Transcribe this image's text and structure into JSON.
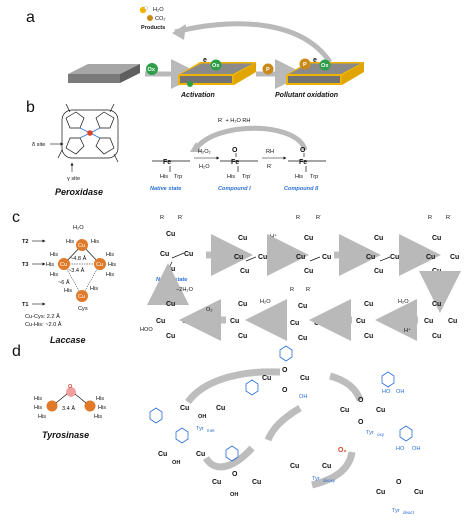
{
  "panels": {
    "a": {
      "label": "a",
      "products_title": "Products",
      "products_items": [
        "H₂O",
        "CO₂"
      ],
      "ox_badge": "Ox",
      "p_badge": "P",
      "e_label": "e",
      "step1": "Activation",
      "step2": "Pollutant oxidation",
      "colors": {
        "ox": "#2e9e4a",
        "p": "#c98a1b",
        "gold": "#f0b400",
        "slab": "#7a7a7a"
      }
    },
    "b": {
      "label": "b",
      "enzyme": "Peroxidase",
      "delta_site": "δ site",
      "gamma_site": "γ site",
      "reagents_top": "R˙ + H₂O   RH",
      "h2o2": "H₂O₂",
      "h2o": "H₂O",
      "rh": "RH",
      "rdot": "R˙",
      "fe3": "Fe",
      "fe4": "Fe",
      "his": "His",
      "trp": "Trp",
      "trp_rad": "Trp˙",
      "native": "Native state",
      "compound1": "Compound I",
      "compound2": "Compound II"
    },
    "c": {
      "label": "c",
      "enzyme": "Laccase",
      "t1": "T1",
      "t2": "T2",
      "t3": "T3",
      "his": "His",
      "cys": "Cys",
      "h2o": "H₂O",
      "dist1": "~4.8 Å",
      "dist2": "~3.4 Å",
      "dist3": "~6 Å",
      "bond1": "Cu-Cys: 2.2 Å",
      "bond2": "Cu-His: ~2.0 Å",
      "native": "Native state",
      "minus_h2o": "−2H₂O",
      "o2": "O₂",
      "hplus": "H⁺",
      "r": "R",
      "rdot": "R˙",
      "cu": "Cu",
      "hoo": "HOO"
    },
    "d": {
      "label": "d",
      "enzyme": "Tyrosinase",
      "his": "His",
      "dist": "3.4 Å",
      "o2": "O₂",
      "tyr_met": "Tyr",
      "tyr_oxy": "Tyr",
      "tyr_deoxy": "Tyr",
      "tyr_deact": "Tyr",
      "sub_met": "met",
      "sub_oxy": "oxy",
      "sub_deoxy": "deoxy",
      "sub_deact": "deact",
      "cu": "Cu",
      "oh": "OH",
      "ho": "HO",
      "o": "O"
    }
  }
}
